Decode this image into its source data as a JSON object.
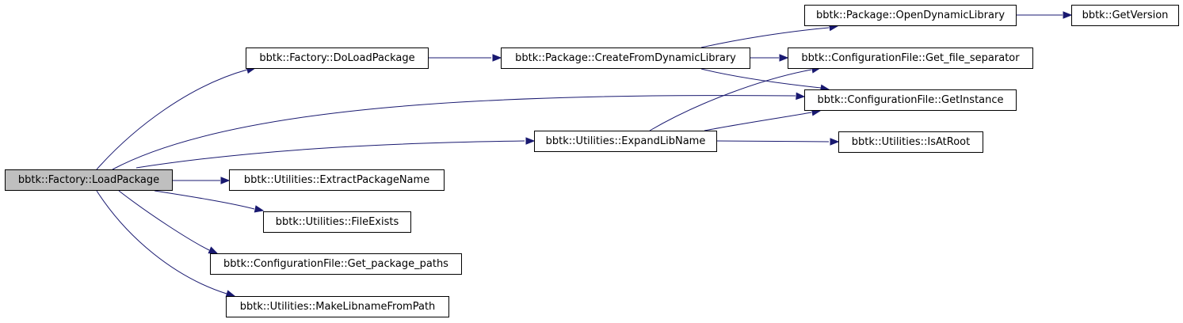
{
  "colors": {
    "edge": "#191970",
    "current_node_fill": "#bfbfbf",
    "node_fill": "#ffffff",
    "node_border": "#000000"
  },
  "nodes": {
    "load_package": "bbtk::Factory::LoadPackage",
    "do_load_package": "bbtk::Factory::DoLoadPackage",
    "create_from_dynamic_library": "bbtk::Package::CreateFromDynamicLibrary",
    "open_dynamic_library": "bbtk::Package::OpenDynamicLibrary",
    "get_version": "bbtk::GetVersion",
    "get_file_separator": "bbtk::ConfigurationFile::Get_file_separator",
    "get_instance": "bbtk::ConfigurationFile::GetInstance",
    "expand_lib_name": "bbtk::Utilities::ExpandLibName",
    "is_at_root": "bbtk::Utilities::IsAtRoot",
    "extract_package_name": "bbtk::Utilities::ExtractPackageName",
    "file_exists": "bbtk::Utilities::FileExists",
    "get_package_paths": "bbtk::ConfigurationFile::Get_package_paths",
    "make_libname_from_path": "bbtk::Utilities::MakeLibnameFromPath"
  },
  "edges": [
    [
      "load_package",
      "do_load_package"
    ],
    [
      "load_package",
      "get_instance"
    ],
    [
      "load_package",
      "expand_lib_name"
    ],
    [
      "load_package",
      "extract_package_name"
    ],
    [
      "load_package",
      "file_exists"
    ],
    [
      "load_package",
      "get_package_paths"
    ],
    [
      "load_package",
      "make_libname_from_path"
    ],
    [
      "do_load_package",
      "create_from_dynamic_library"
    ],
    [
      "create_from_dynamic_library",
      "open_dynamic_library"
    ],
    [
      "create_from_dynamic_library",
      "get_file_separator"
    ],
    [
      "create_from_dynamic_library",
      "get_instance"
    ],
    [
      "open_dynamic_library",
      "get_version"
    ],
    [
      "expand_lib_name",
      "get_file_separator"
    ],
    [
      "expand_lib_name",
      "get_instance"
    ],
    [
      "expand_lib_name",
      "is_at_root"
    ]
  ]
}
